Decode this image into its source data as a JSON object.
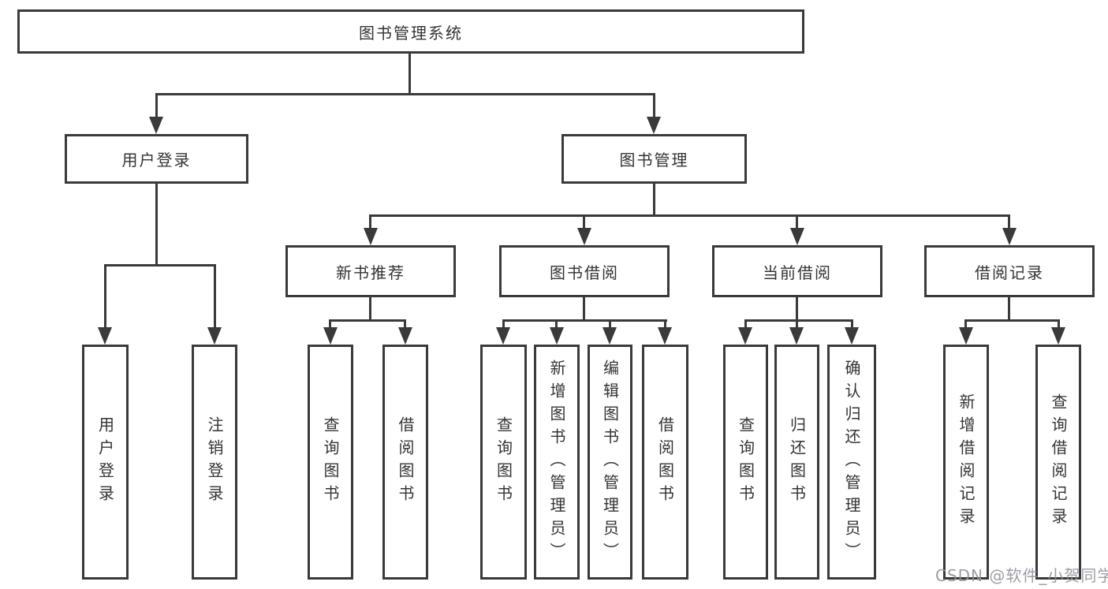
{
  "tree": {
    "root": {
      "label": "图书管理系统"
    },
    "children": [
      {
        "label": "用户登录",
        "children": [
          {
            "label": "用户登录"
          },
          {
            "label": "注销登录"
          }
        ]
      },
      {
        "label": "图书管理",
        "children": [
          {
            "label": "新书推荐",
            "children": [
              {
                "label": "查询图书"
              },
              {
                "label": "借阅图书"
              }
            ]
          },
          {
            "label": "图书借阅",
            "children": [
              {
                "label": "查询图书"
              },
              {
                "label": "新增图书（管理员）"
              },
              {
                "label": "编辑图书（管理员）"
              },
              {
                "label": "借阅图书"
              }
            ]
          },
          {
            "label": "当前借阅",
            "children": [
              {
                "label": "查询图书"
              },
              {
                "label": "归还图书"
              },
              {
                "label": "确认归还（管理员）"
              }
            ]
          },
          {
            "label": "借阅记录",
            "children": [
              {
                "label": "新增借阅记录"
              },
              {
                "label": "查询借阅记录"
              }
            ]
          }
        ]
      }
    ]
  },
  "watermark": "CSDN @软件_小贺同学",
  "colors": {
    "line": "#3a3a3a",
    "text": "#333333",
    "background": "#ffffff",
    "watermark": "#91919b"
  }
}
